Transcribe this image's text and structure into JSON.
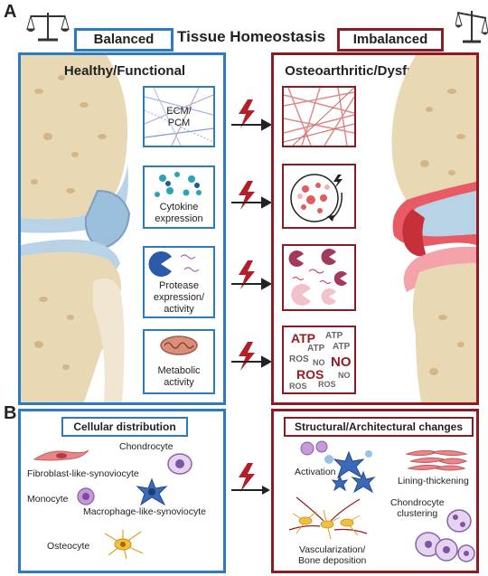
{
  "panelA": {
    "letter": "A",
    "balanced": "Balanced",
    "title": "Tissue Homeostasis",
    "imbalanced": "Imbalanced",
    "healthy_title": "Healthy/Functional",
    "oa_title": "Osteoarthritic/Dysfunctional",
    "boxes": {
      "ecm": "ECM/\nPCM",
      "cytokine": "Cytokine\nexpression",
      "protease": "Protease\nexpression/\nactivity",
      "metabolic": "Metabolic\nactivity"
    },
    "metabolites": {
      "atp_big": "ATP",
      "atp1": "ATP",
      "atp2": "ATP",
      "atp3": "ATP",
      "ros1": "ROS",
      "no1": "NO",
      "no_big": "NO",
      "ros_big": "ROS",
      "no2": "NO",
      "ros2": "ROS",
      "ros3": "ROS"
    }
  },
  "panelB": {
    "letter": "B",
    "left_title": "Cellular distribution",
    "right_title": "Structural/Architectural changes",
    "cells": {
      "chondrocyte": "Chondrocyte",
      "fibroblast": "Fibroblast-like-synoviocyte",
      "monocyte": "Monocyte",
      "macrophage": "Macrophage-like-synoviocyte",
      "osteocyte": "Osteocyte"
    },
    "changes": {
      "activation": "Activation",
      "lining": "Lining-thickening",
      "clustering": "Chondrocyte\nclustering",
      "vascular": "Vascularization/\nBone deposition"
    }
  },
  "colors": {
    "blue": "#2e7ac1",
    "red": "#8e1b22",
    "bone": "#e9d8b4",
    "lightning": "#b21f27"
  }
}
